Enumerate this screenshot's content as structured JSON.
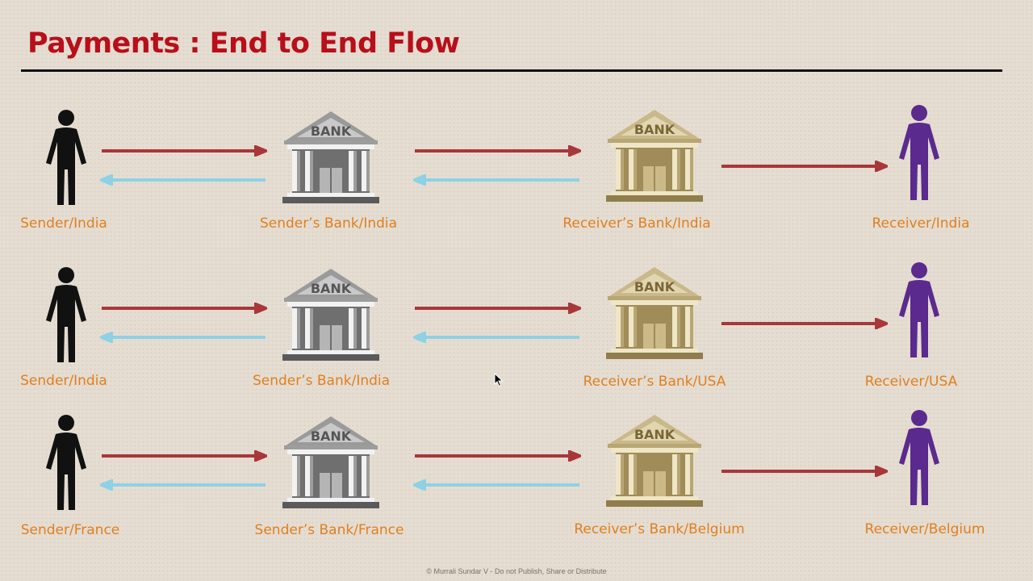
{
  "title": "Payments : End to End Flow",
  "footer": "© Murrali Sundar V - Do not Publish, Share or Distribute",
  "bank_sign": "BANK",
  "colors": {
    "title": "#b80f1a",
    "label": "#e07f20",
    "sender_person": "#111111",
    "receiver_person": "#5b2a8e",
    "forward_arrow": "#a8373a",
    "return_arrow": "#8ed1e6",
    "sender_bank": "#8a8a8a",
    "receiver_bank": "#bba878"
  },
  "rows": [
    {
      "sender": "Sender/India",
      "sender_bank": "Sender’s Bank/India",
      "receiver_bank": "Receiver’s Bank/India",
      "receiver": "Receiver/India"
    },
    {
      "sender": "Sender/India",
      "sender_bank": "Sender’s Bank/India",
      "receiver_bank": "Receiver’s Bank/USA",
      "receiver": "Receiver/USA"
    },
    {
      "sender": "Sender/France",
      "sender_bank": "Sender’s Bank/France",
      "receiver_bank": "Receiver’s Bank/Belgium",
      "receiver": "Receiver/Belgium"
    }
  ]
}
